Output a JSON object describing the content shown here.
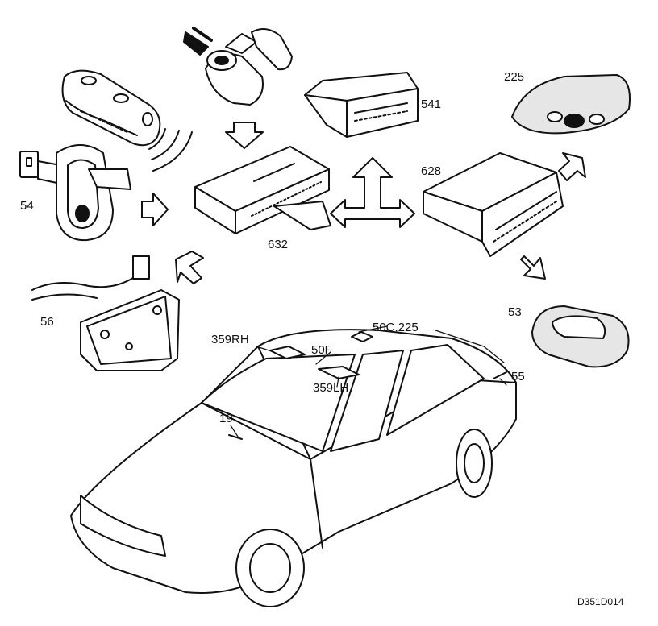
{
  "labels": {
    "l225": "225",
    "l541": "541",
    "l628": "628",
    "l54": "54",
    "l632": "632",
    "l56": "56",
    "l53": "53",
    "l50c225": "50C,225",
    "l359rh": "359RH",
    "l50f": "50F",
    "l359lh": "359LH",
    "l55": "55",
    "l19": "19"
  },
  "figure_code": "D351D014",
  "icons": [
    "key-fob-icon",
    "ignition-switch-icon",
    "door-lock-cylinder-icon",
    "control-module-icon",
    "siren-icon",
    "roof-console-icon",
    "ecu-icon",
    "bonnet-lock-icon",
    "switch-icon",
    "car-icon",
    "arrow-icon"
  ],
  "colors": {
    "ink": "#111111",
    "paper": "#ffffff",
    "fill": "#e6e6e6"
  }
}
